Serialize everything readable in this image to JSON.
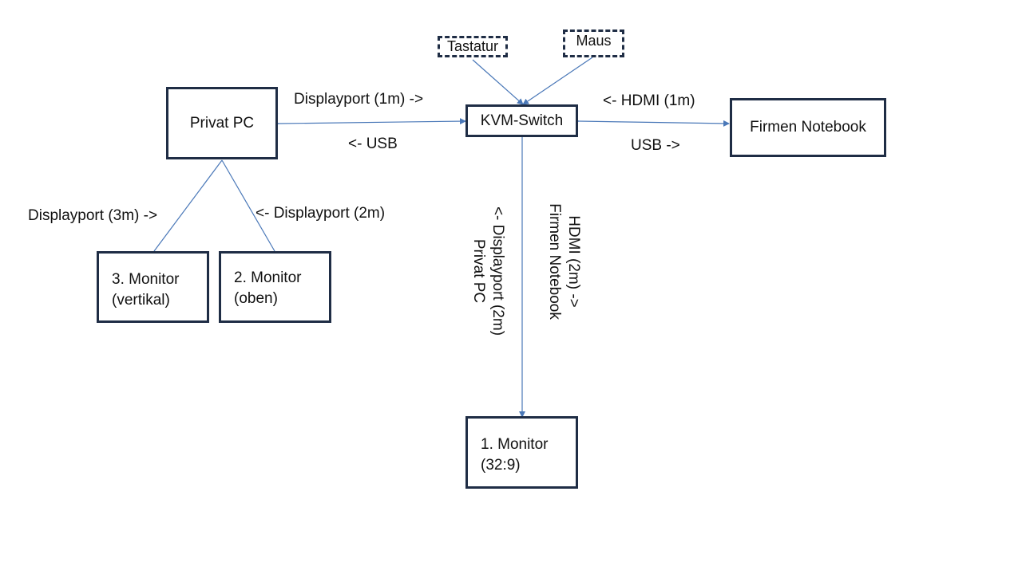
{
  "nodes": {
    "privat_pc": "Privat PC",
    "kvm_switch": "KVM-Switch",
    "firmen_notebook": "Firmen Notebook",
    "tastatur": "Tastatur",
    "maus": "Maus",
    "monitor1": [
      "1. Monitor",
      "(32:9)"
    ],
    "monitor2": [
      "2. Monitor",
      "(oben)"
    ],
    "monitor3": [
      "3. Monitor",
      "(vertikal)"
    ]
  },
  "labels": {
    "pc_kvm_displayport": "Displayport (1m) ->",
    "pc_kvm_usb": "<- USB",
    "kvm_nb_hdmi": "<- HDMI (1m)",
    "kvm_nb_usb": "USB ->",
    "pc_mon3": "Displayport (3m) ->",
    "pc_mon2": "<- Displayport (2m)",
    "kvm_mon1_dp": [
      "<- Displayport (2m)",
      "Privat PC"
    ],
    "kvm_mon1_hdmi": [
      "HDMI (2m) ->",
      "Firmen Notebook"
    ]
  },
  "colors": {
    "box_border": "#1f2d45",
    "line": "#4a78b8"
  }
}
